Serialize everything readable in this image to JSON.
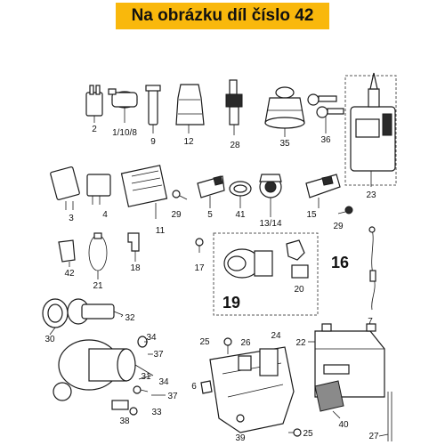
{
  "banner": {
    "text": "Na obrázku díl číslo 42"
  },
  "labels": {
    "p2": "2",
    "p1_10_8": "1/10/8",
    "p9": "9",
    "p12": "12",
    "p28": "28",
    "p35": "35",
    "p36": "36",
    "p23": "23",
    "p3": "3",
    "p4": "4",
    "p11": "11",
    "p29a": "29",
    "p5": "5",
    "p41": "41",
    "p13_14": "13/14",
    "p15": "15",
    "p29b": "29",
    "p42": "42",
    "p21": "21",
    "p18": "18",
    "p17": "17",
    "p19": "19",
    "p20": "20",
    "p16": "16",
    "p7": "7",
    "p30": "30",
    "p32": "32",
    "p34a": "34",
    "p37a": "37",
    "p31": "31",
    "p34b": "34",
    "p37b": "37",
    "p38": "38",
    "p33": "33",
    "p25a": "25",
    "p26": "26",
    "p24": "24",
    "p6": "6",
    "p39": "39",
    "p25b": "25",
    "p22": "22",
    "p40": "40",
    "p27": "27"
  },
  "colors": {
    "banner_bg": "#f9b80c",
    "text": "#111111",
    "line": "#1a1a1a"
  }
}
